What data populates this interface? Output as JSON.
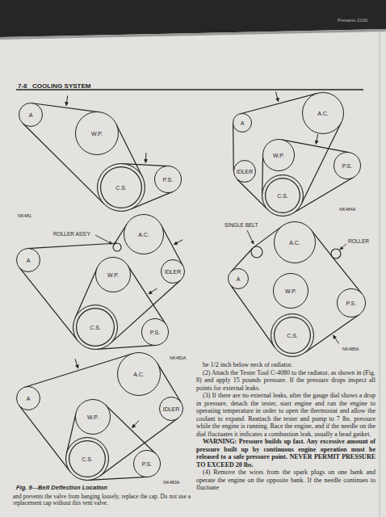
{
  "diagram": {
    "title": "COOLING SYSTEM",
    "caption": "Fig. 9—Belt Deflection Location",
    "nodes": [
      {
        "text": [
          "A"
        ]
      },
      {
        "text": [
          "W.P."
        ]
      },
      {
        "text": [
          "C.S."
        ]
      },
      {
        "text": [
          "P.S."
        ]
      },
      {
        "text": [
          "A"
        ]
      },
      {
        "text": [
          "A.C."
        ]
      },
      {
        "text": [
          "IDLER"
        ]
      },
      {
        "text": [
          "W.P."
        ]
      },
      {
        "text": [
          "P.S."
        ]
      },
      {
        "text": [
          "C.S."
        ]
      },
      {
        "text": [
          "A"
        ]
      },
      {
        "text": [
          "A.C."
        ]
      },
      {
        "text": [
          "W.P."
        ]
      },
      {
        "text": [
          "IDLER"
        ]
      },
      {
        "text": [
          "C.S."
        ]
      },
      {
        "text": [
          "P.S."
        ]
      },
      {
        "text": [
          "A.C."
        ]
      },
      {
        "text": [
          "A"
        ]
      },
      {
        "text": [
          "W.P."
        ]
      },
      {
        "text": [
          "P.S."
        ]
      },
      {
        "text": [
          "C.S."
        ]
      },
      {
        "text": [
          "A.C."
        ]
      },
      {
        "text": [
          "A"
        ]
      },
      {
        "text": [
          "IDLER"
        ]
      },
      {
        "text": [
          "W.P."
        ]
      },
      {
        "text": [
          "C.S."
        ]
      },
      {
        "text": [
          "P.S."
        ]
      }
    ],
    "edges": [
      {
        "from": 0,
        "to": 1,
        "arrow": "none"
      },
      {
        "from": 1,
        "to": 2,
        "arrow": "none"
      },
      {
        "from": 2,
        "to": 0,
        "arrow": "none"
      },
      {
        "from": 2,
        "to": 3,
        "arrow": "none"
      },
      {
        "from": 3,
        "to": 2,
        "arrow": "none"
      },
      {
        "from": 4,
        "to": 5,
        "arrow": "none"
      },
      {
        "from": 5,
        "to": 9,
        "arrow": "none"
      },
      {
        "from": 9,
        "to": 6,
        "arrow": "none"
      },
      {
        "from": 6,
        "to": 4,
        "arrow": "none"
      },
      {
        "from": 7,
        "to": 8,
        "arrow": "none"
      },
      {
        "from": 8,
        "to": 9,
        "arrow": "none"
      },
      {
        "from": 9,
        "to": 7,
        "arrow": "none"
      },
      {
        "from": 11,
        "to": 13,
        "arrow": "none"
      },
      {
        "from": 13,
        "to": 14,
        "arrow": "none"
      },
      {
        "from": 14,
        "to": 10,
        "arrow": "none"
      },
      {
        "from": 12,
        "to": 15,
        "arrow": "none"
      },
      {
        "from": 15,
        "to": 14,
        "arrow": "none"
      },
      {
        "from": 14,
        "to": 12,
        "arrow": "none"
      },
      {
        "from": 19,
        "to": 20,
        "arrow": "none"
      },
      {
        "from": 20,
        "to": 17,
        "arrow": "none"
      },
      {
        "from": 22,
        "to": 21,
        "arrow": "none"
      },
      {
        "from": 21,
        "to": 23,
        "arrow": "none"
      },
      {
        "from": 23,
        "to": 25,
        "arrow": "none"
      },
      {
        "from": 25,
        "to": 22,
        "arrow": "none"
      },
      {
        "from": 24,
        "to": 26,
        "arrow": "none"
      },
      {
        "from": 26,
        "to": 25,
        "arrow": "none"
      },
      {
        "from": 25,
        "to": 24,
        "arrow": "none"
      }
    ],
    "labels": [
      "Presario 2100",
      "7-8",
      "NK481",
      "NK484A",
      "ROLLER ASS'Y",
      "NK482A",
      "SINGLE BELT",
      "ROLLER",
      "NK485A",
      "NK483A",
      "be 1/2 inch below neck of radiator.",
      "(2) Attach the Tester Tool C-4080 to the radiator, as shown in (Fig. 8) and apply 15 pounds pressure. If the pressure drops inspect all points for external leaks.",
      "(3) If there are no external leaks, after the gauge dial shows a drop in pressure, detach the tester, start engine and run the engine to operating temperature in order to open the thermostat and allow the coolant to expand. Reattach the tester and pump to 7 lbs. pressure while the engine is running. Race the engine, and if the needle on the dial fluctuates it indicates a combustion leak, usually a head gasket.",
      "WARNING: Pressure builds up fast. Any excessive amount of pressure built up by continuous engine operation must be released to a safe pressure point. NEVER PERMIT PRESSURE TO EXCEED 20 lbs.",
      "(4) Remove the wires from the spark plugs on one bank and operate the engine on the opposite bank. If the needle continues to fluctuate",
      "and prevents the valve from hanging loosely, replace the cap. Do not use a replacement cap without this vent valve."
    ]
  }
}
